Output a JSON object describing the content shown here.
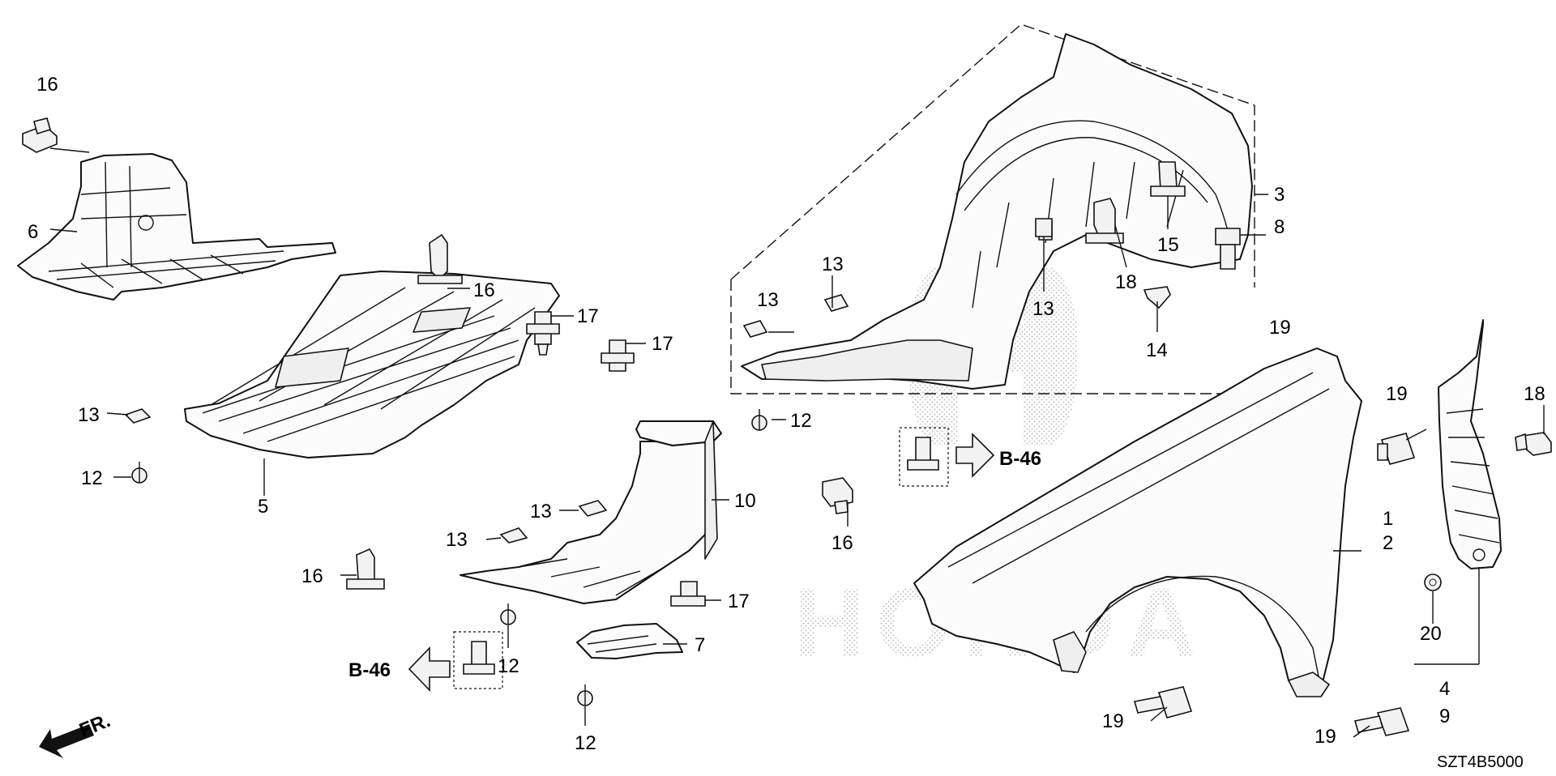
{
  "diagram": {
    "code": "SZT4B5000",
    "front_marker": "FR.",
    "watermark_text": "HONDA",
    "refs": {
      "b46_left": "B-46",
      "b46_right": "B-46"
    },
    "labels": {
      "n16a": "16",
      "n6": "6",
      "n16b": "16",
      "n17a": "17",
      "n17b": "17",
      "n13a": "13",
      "n12a": "12",
      "n5": "5",
      "n12b": "12",
      "n10": "10",
      "n16c": "16",
      "n13b": "13",
      "n13c": "13",
      "n16d": "16",
      "n17c": "17",
      "n7": "7",
      "n12c": "12",
      "n12d": "12",
      "n13d": "13",
      "n13e": "13",
      "n13f": "13",
      "n18a": "18",
      "n15": "15",
      "n3": "3",
      "n8": "8",
      "n14": "14",
      "n19a": "19",
      "n19b": "19",
      "n18b": "18",
      "n1": "1",
      "n2": "2",
      "n20": "20",
      "n4": "4",
      "n9": "9",
      "n19c": "19",
      "n19d": "19"
    }
  }
}
